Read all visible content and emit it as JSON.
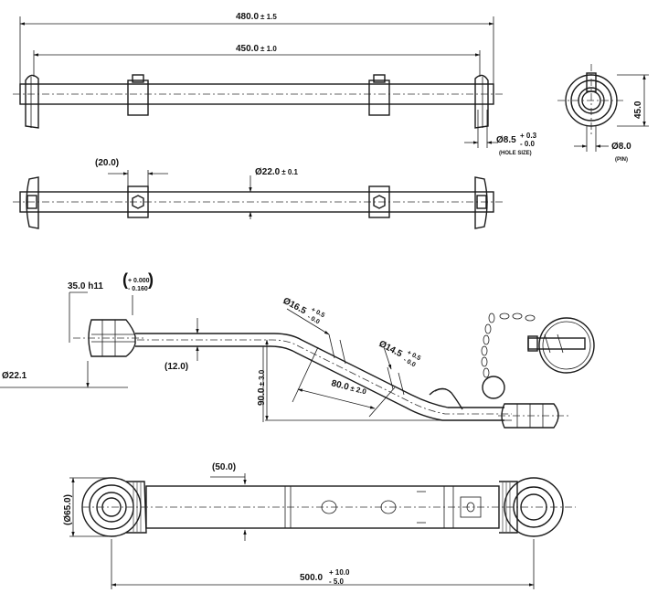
{
  "dimensions": {
    "d480_value": "480.0",
    "d480_tol": "± 1.5",
    "d450_value": "450.0",
    "d450_tol": "± 1.0",
    "hole_dia": "Ø8.5",
    "hole_tol_upper": "+ 0.3",
    "hole_tol_lower": "- 0.0",
    "hole_note": "(HOLE SIZE)",
    "pin_height": "45.0",
    "pin_dia": "Ø8.0",
    "pin_note": "(PIN)",
    "d20": "(20.0)",
    "shaft_dia": "Ø22.0",
    "shaft_tol": "± 0.1",
    "ball_width": "35.0 h11",
    "ball_tol_upper": "+ 0.000",
    "ball_tol_lower": "- 0.160",
    "ball_dia": "Ø22.1",
    "d12": "(12.0)",
    "tube_dia_value": "Ø16.5",
    "tube_dia_upper": "+ 0.5",
    "tube_dia_lower": "- 0.0",
    "small_dia_value": "Ø14.5",
    "small_dia_upper": "+ 0.5",
    "small_dia_lower": "- 0.0",
    "offset_value": "90.0",
    "offset_tol": "± 3.0",
    "bend_value": "80.0",
    "bend_tol": "± 2.0",
    "d50": "(50.0)",
    "d65": "(Ø65.0)",
    "d500_value": "500.0",
    "d500_upper": "+ 10.0",
    "d500_lower": "- 5.0"
  }
}
